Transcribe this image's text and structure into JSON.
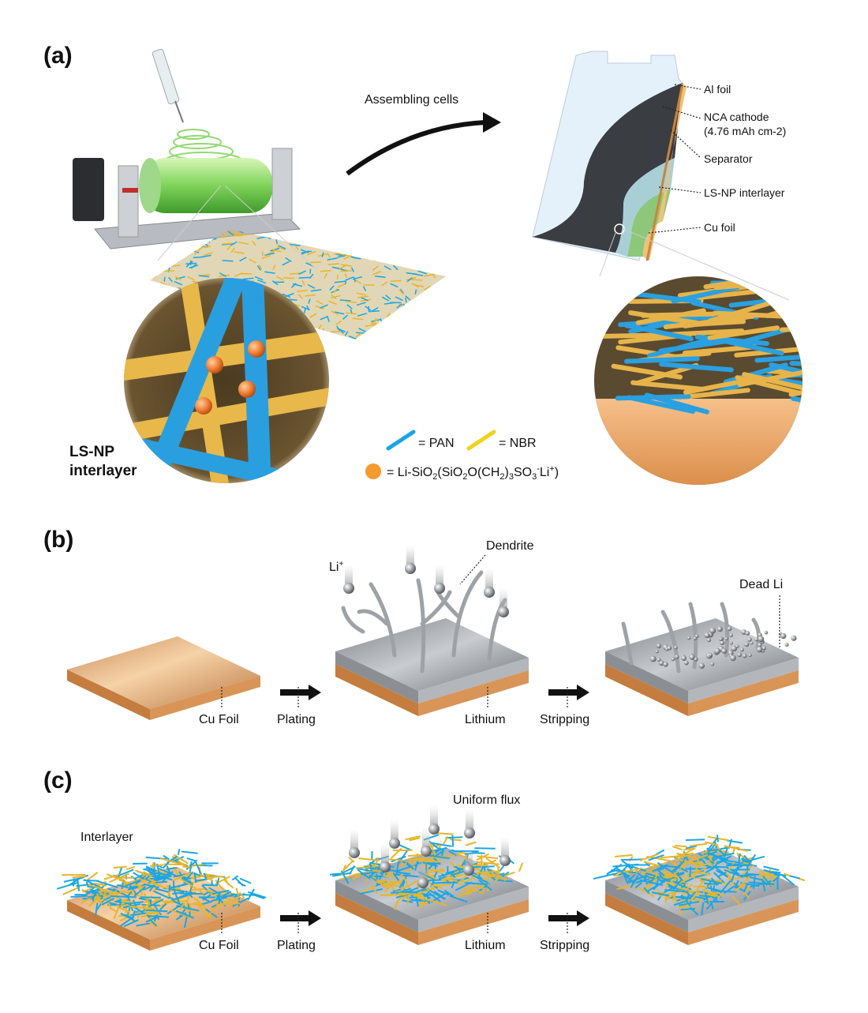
{
  "panels": {
    "a": {
      "label": "(a)",
      "arrow_label": "Assembling cells",
      "interlayer_label_line1": "LS-NP",
      "interlayer_label_line2": "interlayer",
      "cell_layers": [
        "Al foil",
        "NCA cathode",
        "(4.76 mAh cm-2)",
        "Separator",
        "LS-NP interlayer",
        "Cu foil"
      ],
      "legend": {
        "pan": "= PAN",
        "nbr": "= NBR",
        "particle_prefix": "= Li-SiO",
        "particle_sub1": "2",
        "particle_mid1": "(SiO",
        "particle_sub2": "2",
        "particle_mid2": "O(CH",
        "particle_sub3": "2",
        "particle_mid3": ")",
        "particle_sub4": "3",
        "particle_mid4": "SO",
        "particle_sub5": "3",
        "particle_sup1": "-",
        "particle_mid5": "Li",
        "particle_sup2": "+",
        "particle_end": ")"
      }
    },
    "b": {
      "label": "(b)",
      "li_ion": "Li",
      "li_ion_sup": "+",
      "dendrite": "Dendrite",
      "dead_li": "Dead Li",
      "cu_foil": "Cu Foil",
      "plating": "Plating",
      "lithium": "Lithium",
      "stripping": "Stripping"
    },
    "c": {
      "label": "(c)",
      "interlayer": "Interlayer",
      "uniform_flux": "Uniform flux",
      "cu_foil": "Cu Foil",
      "plating": "Plating",
      "lithium": "Lithium",
      "stripping": "Stripping"
    }
  },
  "colors": {
    "pan": "#1aa6e6",
    "nbr": "#f2d21a",
    "particle": "#f59a2e",
    "copper": "#d68f52",
    "lithium": "#9a9ea3",
    "cathode": "#3a3d42",
    "separator": "#a9cfd6",
    "interlayer": "#8cc77a"
  }
}
